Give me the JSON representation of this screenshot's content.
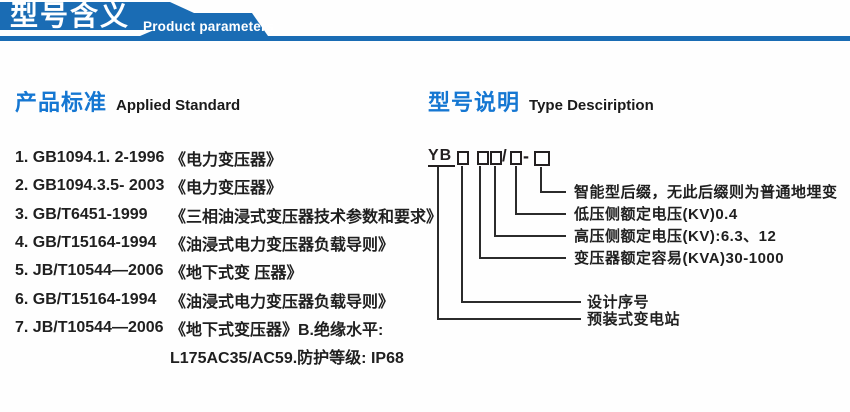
{
  "header": {
    "title": "型号含义",
    "subtitle": "Product parameters"
  },
  "colors": {
    "header_blue": "#1a6cb4",
    "accent_blue": "#1577d2",
    "line_black": "#2b2b2b"
  },
  "standards": {
    "heading_zh": "产品标准",
    "heading_en": "Applied Standard",
    "items": [
      {
        "code": "1. GB1094.1. 2-1996",
        "desc": "《电力变压器》"
      },
      {
        "code": "2. GB1094.3.5- 2003",
        "desc": "《电力变压器》"
      },
      {
        "code": "3. GB/T6451-1999",
        "desc": "《三相油浸式变压器技术参数和要求》"
      },
      {
        "code": "4. GB/T15164-1994",
        "desc": "《油浸式电力变压器负载导则》"
      },
      {
        "code": "5. JB/T10544—2006",
        "desc": "《地下式变 压器》"
      },
      {
        "code": "6. GB/T15164-1994",
        "desc": "《油浸式电力变压器负载导则》"
      },
      {
        "code": "7. JB/T10544—2006",
        "desc": "《地下式变压器》B.绝缘水平:"
      },
      {
        "code": "",
        "desc": "L175AC35/AC59.防护等级: IP68"
      }
    ]
  },
  "type_desc": {
    "heading_zh": "型号说明",
    "heading_en": "Type Desciription",
    "model_prefix": "YB",
    "slash": "/",
    "dash": "-",
    "labels": [
      "智能型后缀，无此后缀则为普通地埋变",
      "低压侧额定电压(KV)0.4",
      "高压侧额定电压(KV):6.3、12",
      "变压器额定容易(KVA)30-1000",
      "设计序号",
      "预装式变电站"
    ]
  }
}
